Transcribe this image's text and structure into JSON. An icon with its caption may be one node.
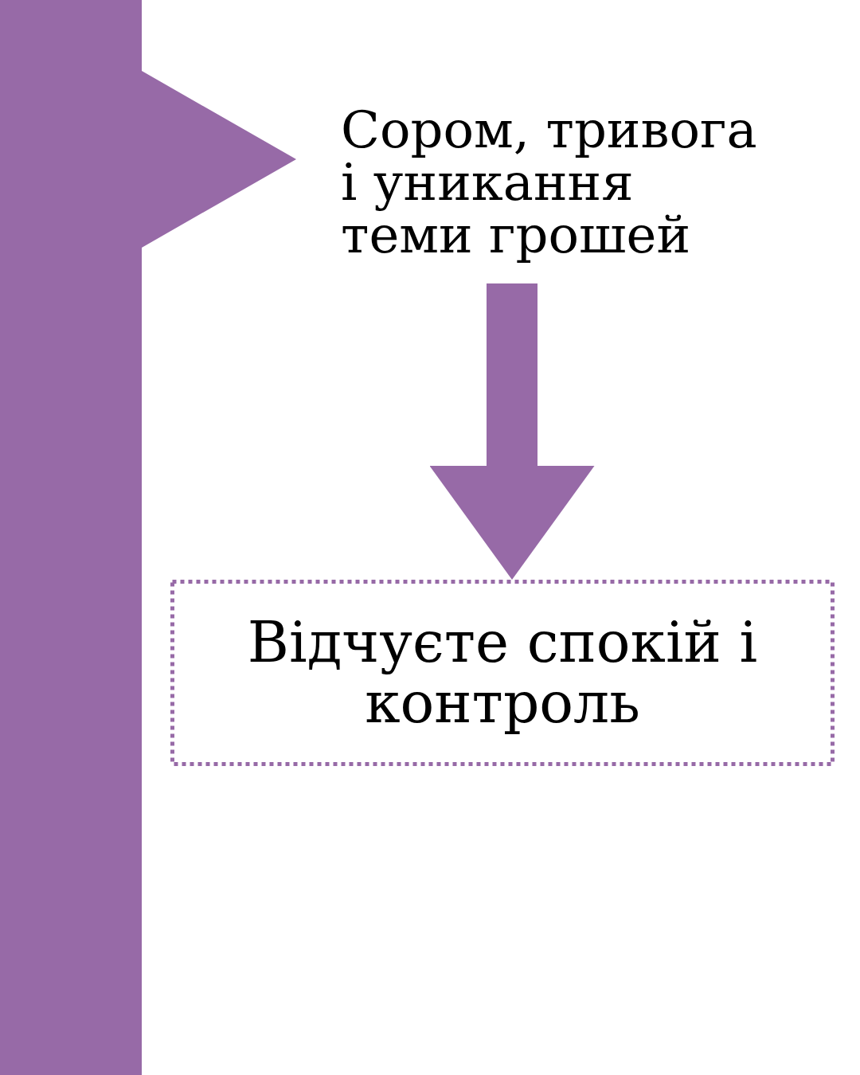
{
  "diagram": {
    "nodes": [
      {
        "text": [
          "Сором, тривога і уникання теми грошей"
        ]
      },
      {
        "text": [
          "Відчуєте спокій і контроль"
        ]
      }
    ],
    "edges": [
      {
        "from": 0,
        "to": 1,
        "arrow": "to"
      }
    ]
  }
}
